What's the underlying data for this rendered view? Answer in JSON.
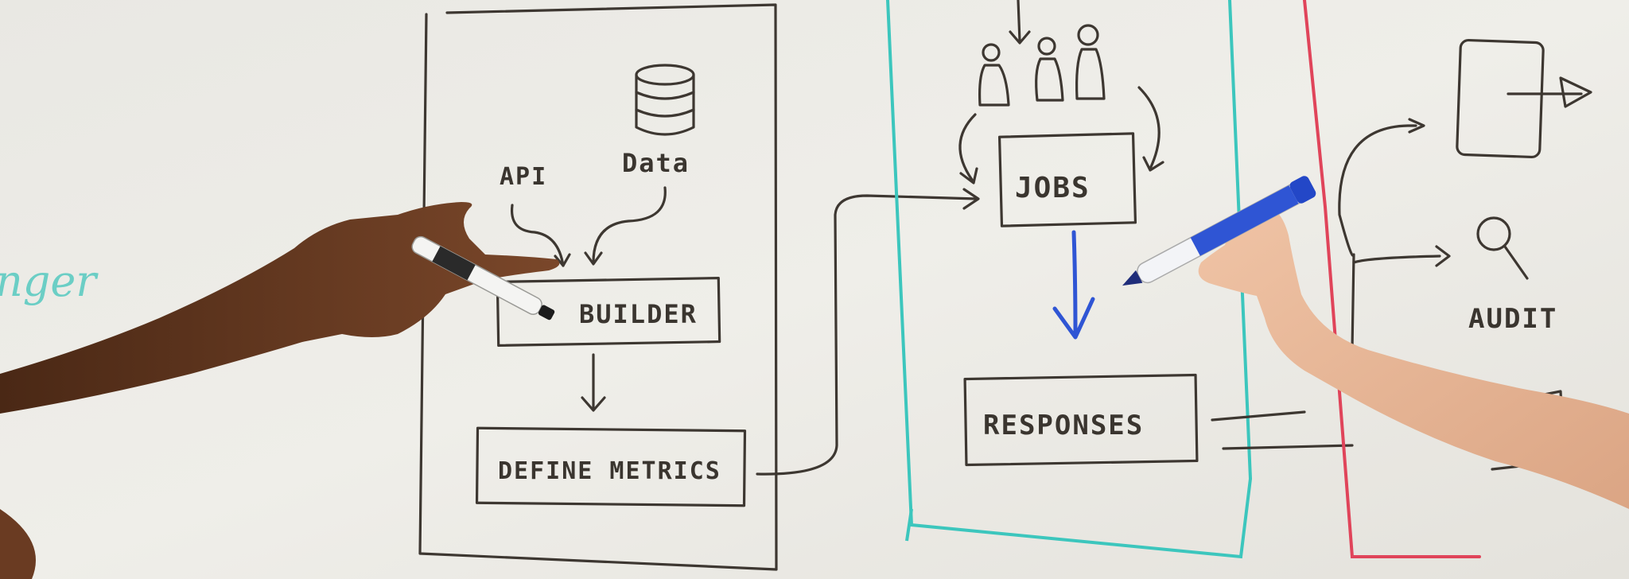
{
  "labels": {
    "api": "API",
    "data": "Data",
    "builder": "BUILDER",
    "define_metrics": "DEFINE METRICS",
    "jobs": "JOBS",
    "responses": "RESPONSES",
    "audit": "AUDIT",
    "left_edge_word": "nger"
  },
  "colors": {
    "board": "#ecebe6",
    "marker_black": "#3d3731",
    "marker_teal": "#3cc6bd",
    "marker_red": "#e0445a",
    "marker_blue": "#2f55d4",
    "skin_dark": "#6d3f24",
    "skin_light": "#e7b697"
  }
}
